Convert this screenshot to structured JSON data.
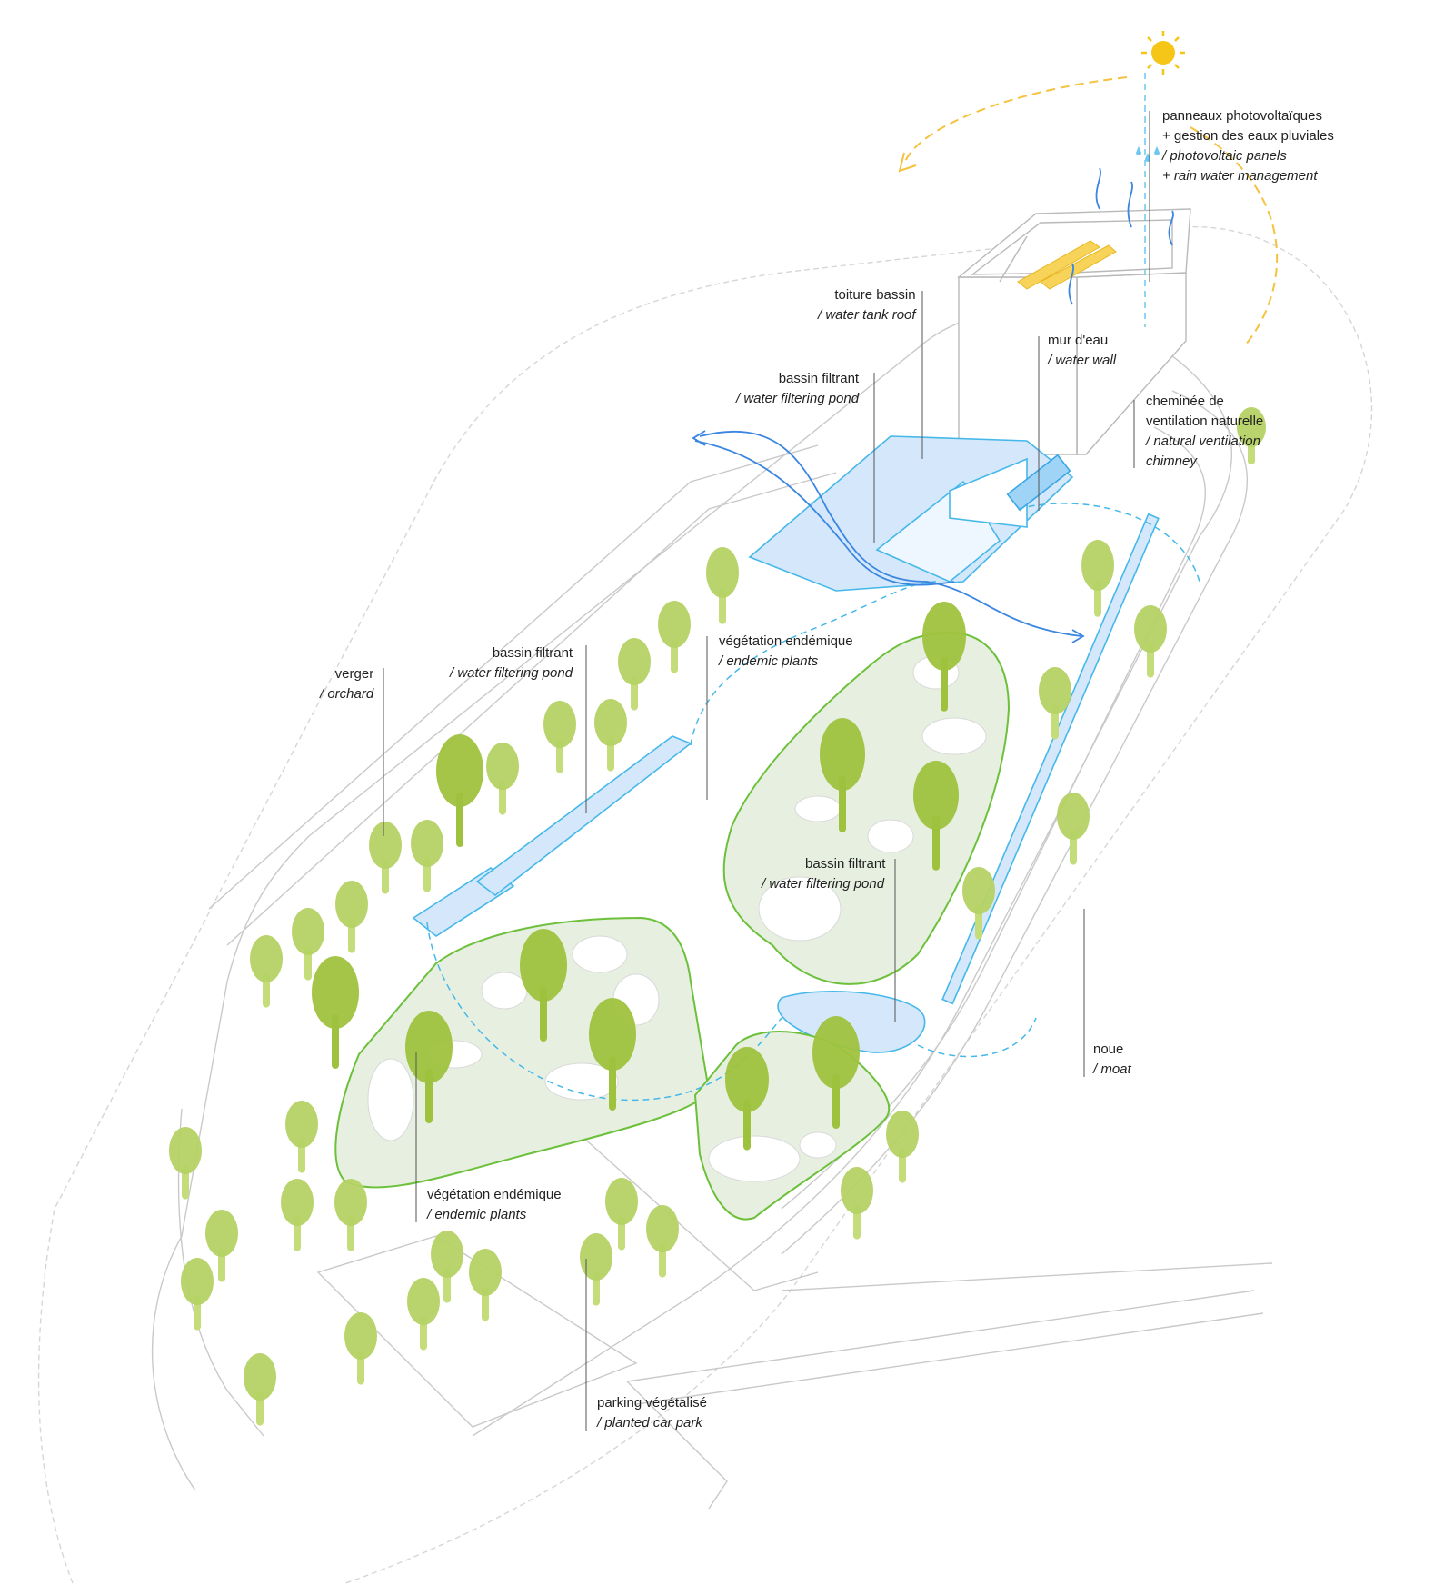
{
  "colors": {
    "line": "#c9c9c9",
    "leader": "#555555",
    "tree": "#b5d264",
    "tree_trunk": "#c4dc7a",
    "tree_dark": "#9fc23e",
    "garden_fill": "#e6efe0",
    "garden_stroke": "#6cc03a",
    "water_fill": "#d5e8fb",
    "water_stroke": "#45b8ea",
    "airflow": "#3a86e0",
    "sun": "#f5c518",
    "sun_path": "#f5c23e",
    "pv_panel": "#f8d35a"
  },
  "icons": [
    "sun-icon",
    "rain-drops-icon",
    "tree-icon",
    "airflow-arrow-icon"
  ],
  "labels": {
    "pv": {
      "fr1": "panneaux photovoltaïques",
      "fr2": "+  gestion des eaux pluviales",
      "en1": "/ photovoltaic panels",
      "en2": "+ rain water management"
    },
    "roof": {
      "fr": "toiture bassin",
      "en": "/ water tank roof"
    },
    "wall": {
      "fr": "mur d'eau",
      "en": "/ water wall"
    },
    "pond_top": {
      "fr": "bassin filtrant",
      "en": "/ water filtering pond"
    },
    "chimney": {
      "fr1": "cheminée de",
      "fr2": "ventilation naturelle",
      "en1": "/ natural ventilation",
      "en2": "chimney"
    },
    "pond_left": {
      "fr": "bassin filtrant",
      "en": "/ water filtering pond"
    },
    "veg_top": {
      "fr": "végétation endémique",
      "en": "/ endemic plants"
    },
    "orchard": {
      "fr": "verger",
      "en": "/ orchard"
    },
    "pond_mid": {
      "fr": "bassin filtrant",
      "en": "/ water filtering pond"
    },
    "moat": {
      "fr": "noue",
      "en": "/ moat"
    },
    "veg_bottom": {
      "fr": "végétation endémique",
      "en": "/ endemic plants"
    },
    "parking": {
      "fr": "parking végétalisé",
      "en": "/ planted car park"
    }
  }
}
